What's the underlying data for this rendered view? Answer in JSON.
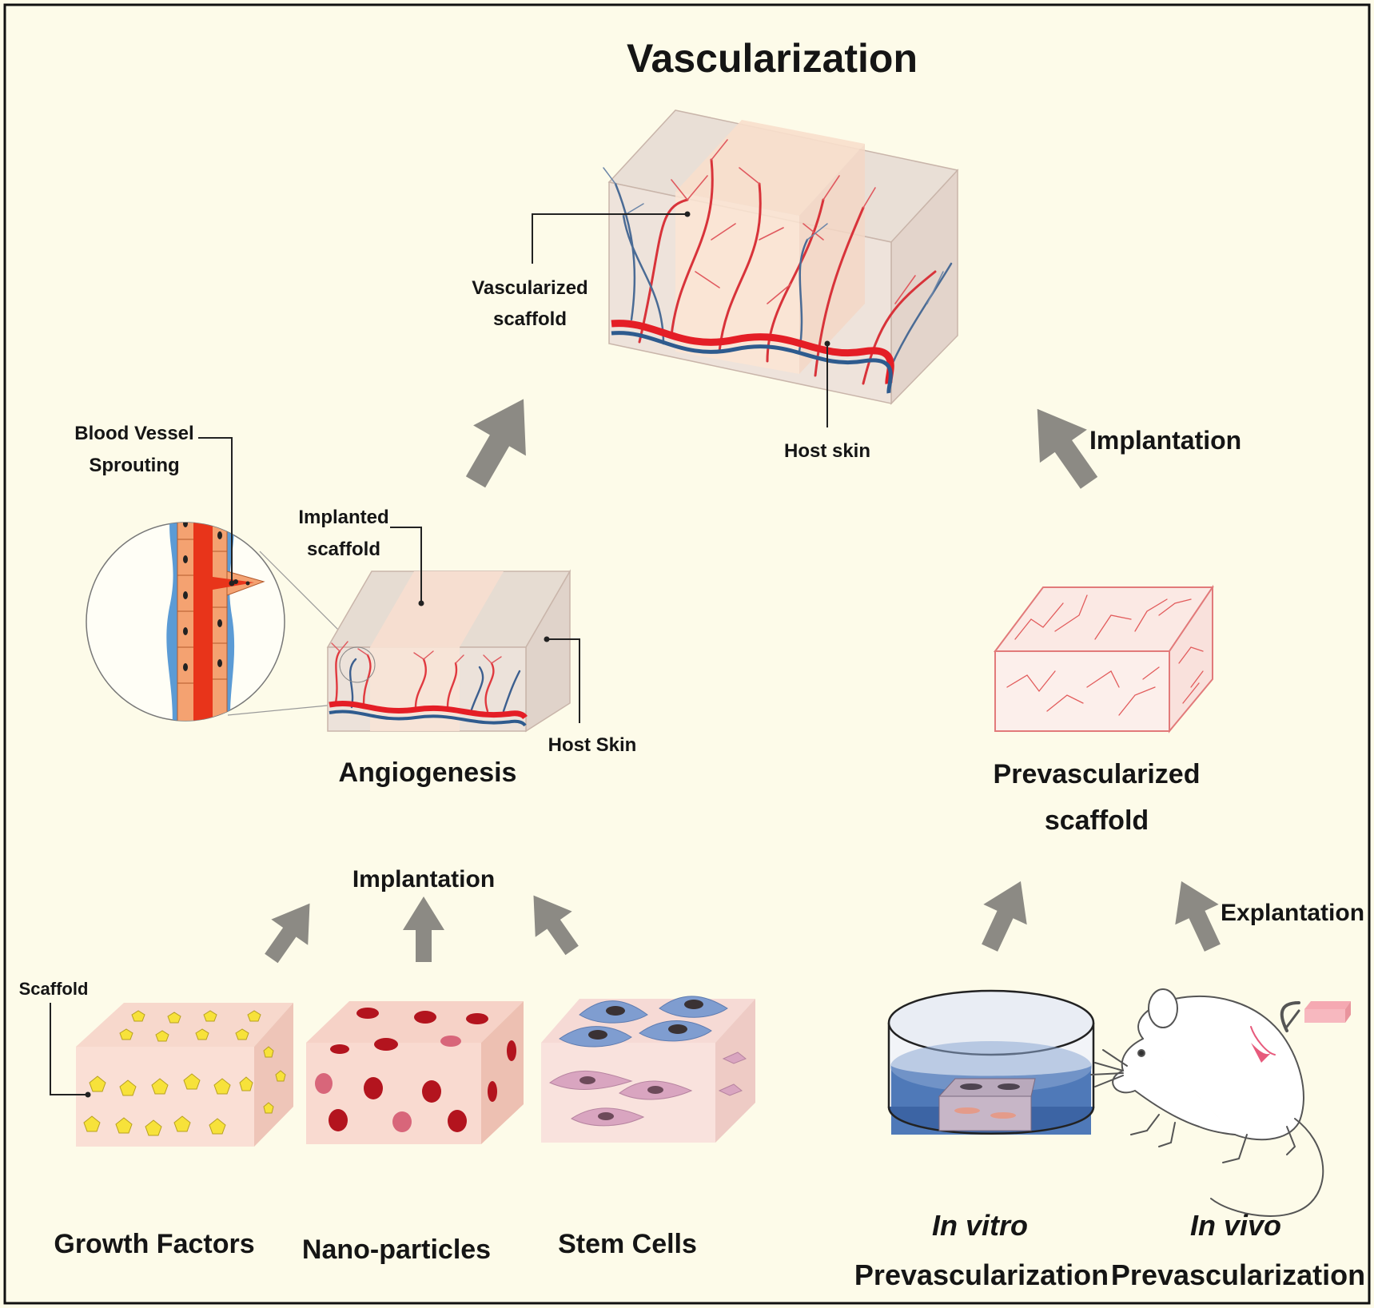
{
  "title": "Vascularization",
  "labels": {
    "vascularized_scaffold": [
      "Vascularized",
      "scaffold"
    ],
    "host_skin_top": "Host skin",
    "implantation_right": "Implantation",
    "blood_vessel_sprouting": [
      "Blood Vessel",
      "Sprouting"
    ],
    "implanted_scaffold": [
      "Implanted",
      "scaffold"
    ],
    "host_skin_mid": "Host Skin",
    "angiogenesis": "Angiogenesis",
    "prevascularized_scaffold": [
      "Prevascularized",
      "scaffold"
    ],
    "implantation_bottom": "Implantation",
    "explantation": "Explantation",
    "scaffold": "Scaffold",
    "growth_factors": "Growth Factors",
    "nano_particles": "Nano-particles",
    "stem_cells": "Stem Cells",
    "in_vitro": [
      "In vitro",
      "Prevascularization"
    ],
    "in_vivo": [
      "In vivo",
      "Prevascularization"
    ]
  },
  "colors": {
    "background": "#fdfbe9",
    "frame": "#111111",
    "arrow": "#8c8a84",
    "artery": "#e41e26",
    "vein": "#2e5b8e",
    "scaffold_pink": "#f5d2c8",
    "growth_factor": "#f7e23a",
    "nano_particle": "#b3141e",
    "stem_cell_blue": "#7f9dd0",
    "stem_cell_pink": "#d9a5c0",
    "dish_medium": "#4f79b8"
  },
  "icons": [
    "arrow-up-icon",
    "petri-dish-icon",
    "mouse-icon",
    "scaffold-block-icon",
    "blood-vessel-icon"
  ]
}
